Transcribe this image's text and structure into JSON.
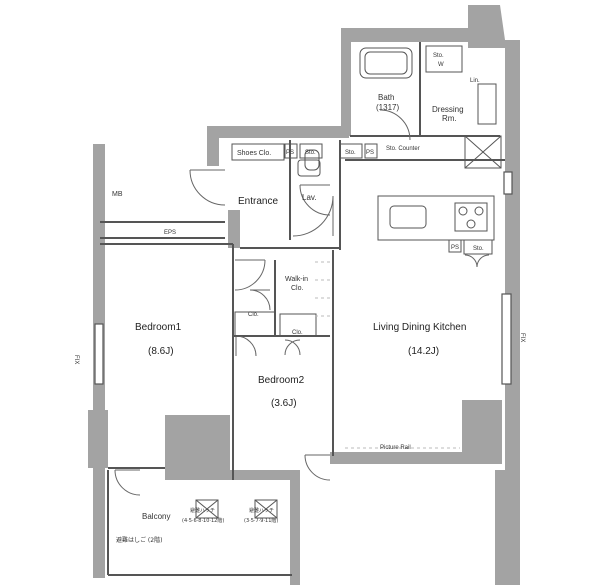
{
  "rooms": {
    "bedroom1": {
      "name": "Bedroom1",
      "area": "(8.6J)"
    },
    "bedroom2": {
      "name": "Bedroom2",
      "area": "(3.6J)"
    },
    "ldk": {
      "name": "Living Dining Kitchen",
      "area": "(14.2J)"
    },
    "entrance": {
      "name": "Entrance"
    },
    "bath": {
      "name": "Bath",
      "size": "(1317)"
    },
    "dressing": {
      "line1": "Dressing",
      "line2": "Rm."
    },
    "balcony": {
      "name": "Balcony"
    },
    "walkin": {
      "line1": "Walk-in",
      "line2": "Clo."
    }
  },
  "fixtures": {
    "shoes": "Shoes Clo.",
    "ps": "PS",
    "sto": "Sto.",
    "lav": "Lav.",
    "mb": "MB",
    "eps": "EPS",
    "clo": "Clo.",
    "sto_w_1": "Sto.",
    "sto_w_2": "W",
    "lin": "Lin.",
    "sto_counter": "Sto. Counter",
    "picture_rail": "Picture Rail"
  },
  "notes": {
    "hatch_left_1": "避難ハッチ",
    "hatch_left_2": "(4·5·6·8·10·12階)",
    "hatch_right_1": "避難ハッチ",
    "hatch_right_2": "(3·5·7·9·11階)",
    "ladder": "避難はしご (2階)",
    "window_left": "FIX",
    "window_right": "FIX"
  },
  "colors": {
    "wall": "#9a9a9a",
    "line": "#555555",
    "shade": "#d8d8d8",
    "floor": "#ffffff"
  }
}
